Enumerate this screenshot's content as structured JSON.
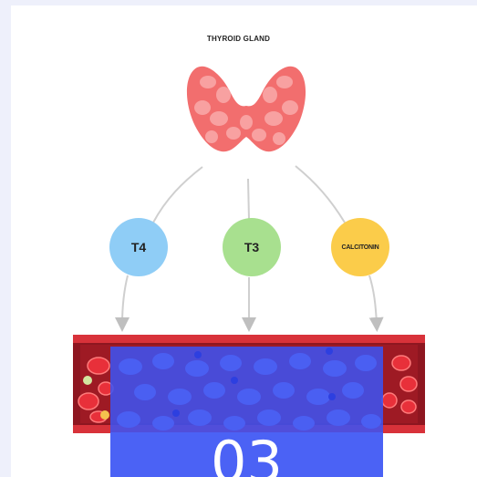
{
  "diagram": {
    "title": "THYROID GLAND",
    "hormones": [
      {
        "label": "T4",
        "color": "#8fcdf6"
      },
      {
        "label": "T3",
        "color": "#a8e08f"
      },
      {
        "label": "CALCITONIN",
        "color": "#fbcc4a"
      }
    ],
    "gland_color": "#f26e6e",
    "vessel_color": "#b3202a",
    "cell_color": "#e8303a"
  },
  "overlay": {
    "number": "03",
    "color": "#3d52f0"
  }
}
